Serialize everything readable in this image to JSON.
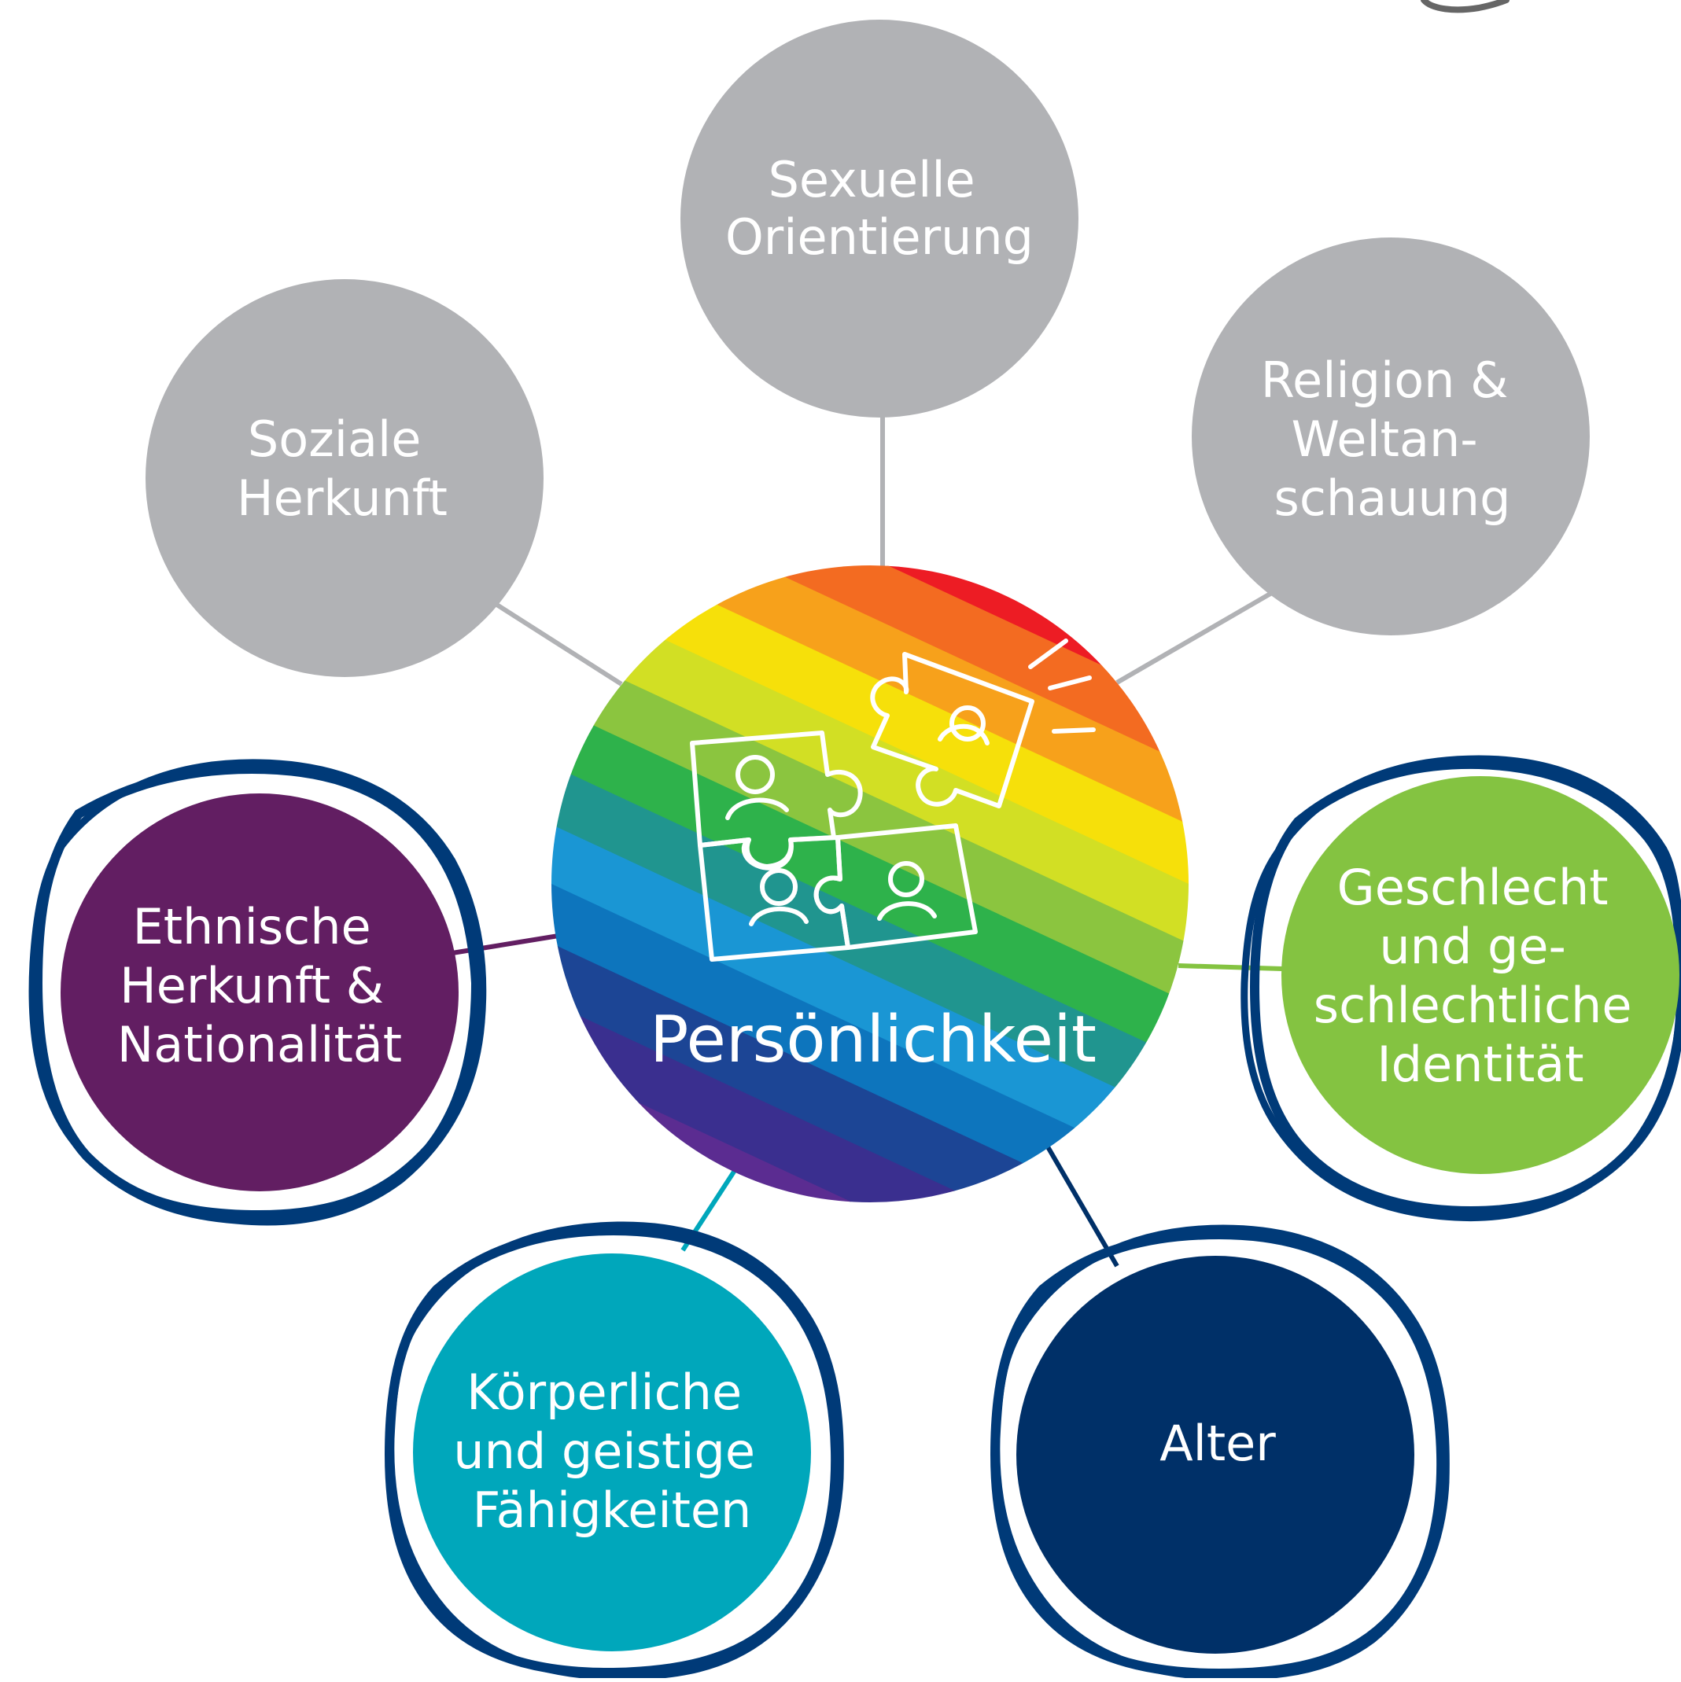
{
  "center": {
    "label": "Persönlichkeit"
  },
  "nodes": [
    {
      "id": "sexuelle-orientierung",
      "lines": [
        "Sexuelle",
        "Orientierung"
      ],
      "color": "#b1b2b5",
      "text_color": "#ffffff",
      "active": false
    },
    {
      "id": "religion-weltanschauung",
      "lines": [
        "Religion &",
        "Weltan-",
        "schauung"
      ],
      "color": "#b1b2b5",
      "text_color": "#ffffff",
      "active": false
    },
    {
      "id": "soziale-herkunft",
      "lines": [
        "Soziale",
        "Herkunft"
      ],
      "color": "#b1b2b5",
      "text_color": "#ffffff",
      "active": false
    },
    {
      "id": "ethnische-herkunft",
      "lines": [
        "Ethnische",
        "Herkunft &",
        "Nationalität"
      ],
      "color": "#621e62",
      "text_color": "#ffffff",
      "active": true
    },
    {
      "id": "geschlecht",
      "lines": [
        "Geschlecht",
        "und ge-",
        "schlechtliche",
        "Identität"
      ],
      "color": "#84c341",
      "text_color": "#ffffff",
      "active": true
    },
    {
      "id": "koerperliche-faehigkeiten",
      "lines": [
        "Körperliche",
        "und geistige",
        "Fähigkeiten"
      ],
      "color": "#00a7bb",
      "text_color": "#ffffff",
      "active": true
    },
    {
      "id": "alter",
      "lines": [
        "Alter"
      ],
      "color": "#003068",
      "text_color": "#ffffff",
      "active": true
    }
  ],
  "ring_color": "#003a78",
  "rainbow": [
    "#ed1c24",
    "#f36b21",
    "#f7a11b",
    "#f6e00a",
    "#d2df24",
    "#8bc53f",
    "#2eb24b",
    "#20958f",
    "#1a96d4",
    "#0d75bd",
    "#1c4595",
    "#3a2f8f",
    "#5b2c91"
  ]
}
